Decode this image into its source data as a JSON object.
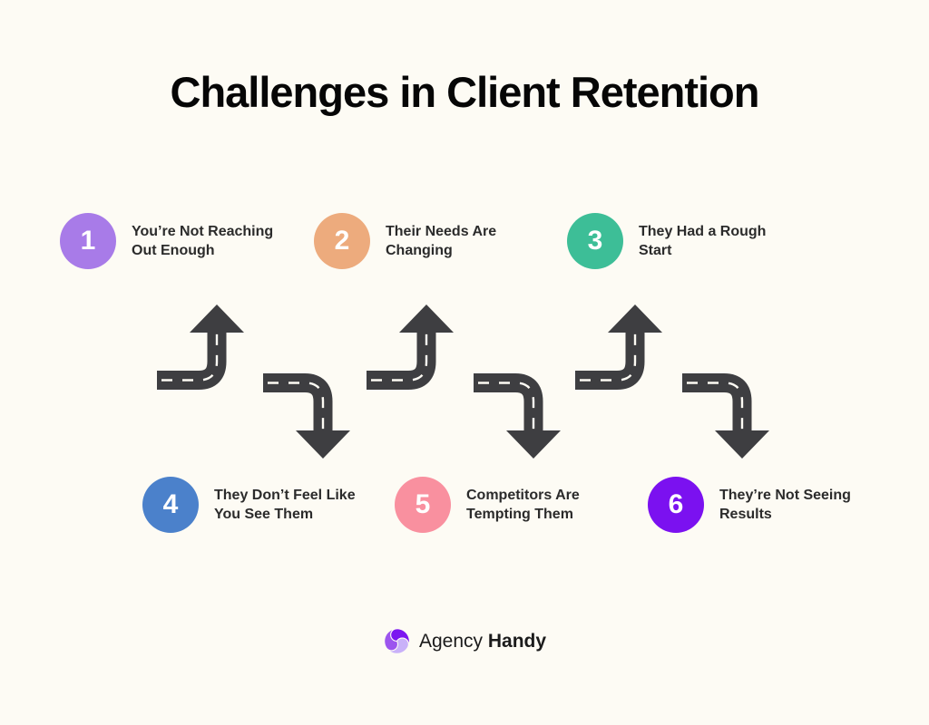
{
  "title": "Challenges in Client Retention",
  "items": [
    {
      "number": "1",
      "label": "You’re Not Reaching\nOut Enough",
      "color": "#A87BE8"
    },
    {
      "number": "2",
      "label": "Their Needs Are\nChanging",
      "color": "#EDAB7D"
    },
    {
      "number": "3",
      "label": "They Had a Rough\nStart",
      "color": "#3DBE97"
    },
    {
      "number": "4",
      "label": "They Don’t Feel Like\nYou See Them",
      "color": "#4B81CB"
    },
    {
      "number": "5",
      "label": "Competitors Are\nTempting Them",
      "color": "#F9909F"
    },
    {
      "number": "6",
      "label": "They’re Not Seeing\nResults",
      "color": "#7B11F0"
    }
  ],
  "footer": {
    "brand_regular": "Agency",
    "brand_bold": "Handy"
  },
  "colors": {
    "background": "#FDFBF4",
    "title_text": "#060606",
    "label_text": "#2B2B2B",
    "arrow": "#3E3E41",
    "arrow_dash": "#FDFBF4",
    "logo_dark_purple": "#7C16F0",
    "logo_medium_purple": "#9C55EE",
    "logo_light_purple": "#C9B1F9"
  }
}
